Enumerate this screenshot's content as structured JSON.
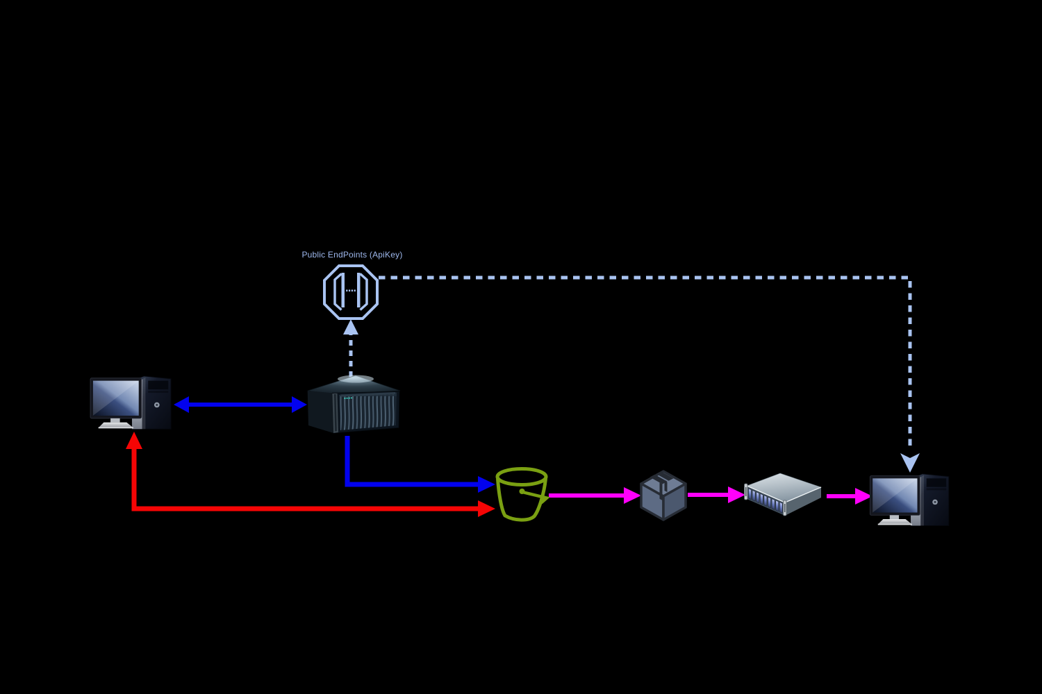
{
  "diagram": {
    "background": "#000000",
    "api_label": "Public EndPoints (ApiKey)",
    "colors": {
      "blue": "#0202ee",
      "red": "#f50505",
      "magenta": "#ff00fa",
      "periwinkle": "#a9c3f1",
      "bucket_green": "#7aa012",
      "label_text": "#9fb9ee"
    },
    "nodes": [
      {
        "id": "client-workstation",
        "icon": "desktop-computer-icon"
      },
      {
        "id": "application-server",
        "icon": "server-disk-array-icon"
      },
      {
        "id": "api-gateway",
        "icon": "api-endpoint-octagon-icon",
        "label": "Public EndPoints (ApiKey)"
      },
      {
        "id": "storage-bucket",
        "icon": "bucket-icon"
      },
      {
        "id": "artifact-package",
        "icon": "package-box-icon"
      },
      {
        "id": "processing-server",
        "icon": "rack-server-icon"
      },
      {
        "id": "consumer-workstation",
        "icon": "desktop-computer-icon"
      }
    ],
    "edges": [
      {
        "id": "client-to-server",
        "color": "#0202ee",
        "style": "solid",
        "direction": "both"
      },
      {
        "id": "server-to-api-gateway",
        "color": "#a9c3f1",
        "style": "dashed",
        "direction": "up"
      },
      {
        "id": "api-gateway-to-consumer",
        "color": "#a9c3f1",
        "style": "dashed",
        "direction": "down"
      },
      {
        "id": "server-to-bucket",
        "color": "#0202ee",
        "style": "solid",
        "direction": "right"
      },
      {
        "id": "bucket-to-client",
        "color": "#f50505",
        "style": "solid",
        "direction": "both"
      },
      {
        "id": "bucket-to-package",
        "color": "#ff00fa",
        "style": "solid",
        "direction": "right"
      },
      {
        "id": "package-to-rack",
        "color": "#ff00fa",
        "style": "solid",
        "direction": "right"
      },
      {
        "id": "rack-to-consumer",
        "color": "#ff00fa",
        "style": "solid",
        "direction": "right"
      }
    ]
  }
}
